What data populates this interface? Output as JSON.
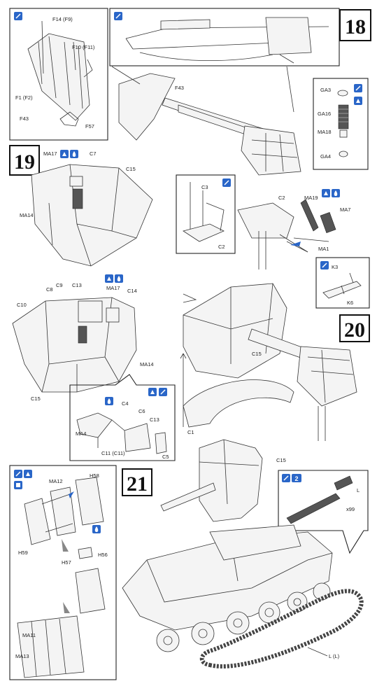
{
  "steps": {
    "s18": "18",
    "s19a": "19",
    "s20": "20",
    "s21": "21"
  },
  "labels": {
    "f14": "F14 (F9)",
    "f10": "F10 (F11)",
    "f1": "F1 (F2)",
    "f43a": "F43",
    "f57": "F57",
    "f43b": "F43",
    "ga3": "GA3",
    "ga16": "GA16",
    "ma18": "MA18",
    "ga4": "GA4",
    "ma17a": "MA17",
    "c7": "C7",
    "c15a": "C15",
    "ma14a": "MA14",
    "c3": "C3",
    "c2a": "C2",
    "c2b": "C2",
    "ma19": "MA19",
    "ma7": "MA7",
    "ma1": "MA1",
    "k3": "K3",
    "k6": "K6",
    "c8": "C8",
    "c9": "C9",
    "c13a": "C13",
    "ma17b": "MA17",
    "c14": "C14",
    "c10": "C10",
    "ma14b": "MA14",
    "c15b": "C15",
    "c4": "C4",
    "c6": "C6",
    "ma4": "MA4",
    "c13b": "C13",
    "c11": "C11 (C11)",
    "c5": "C5",
    "c15c": "C15",
    "c1": "C1",
    "c15d": "C15",
    "ma12": "MA12",
    "h58": "H58",
    "h59": "H59",
    "h57": "H57",
    "h56": "H56",
    "ma11": "MA11",
    "ma13": "MA13",
    "x2": "2",
    "x99": "x99",
    "lL": "L",
    "lL2": "L (L)"
  },
  "icons": {
    "accent": "#2a66c8",
    "glue": "glue-icon",
    "paint": "paint-drop-icon",
    "cement": "cement-icon"
  }
}
